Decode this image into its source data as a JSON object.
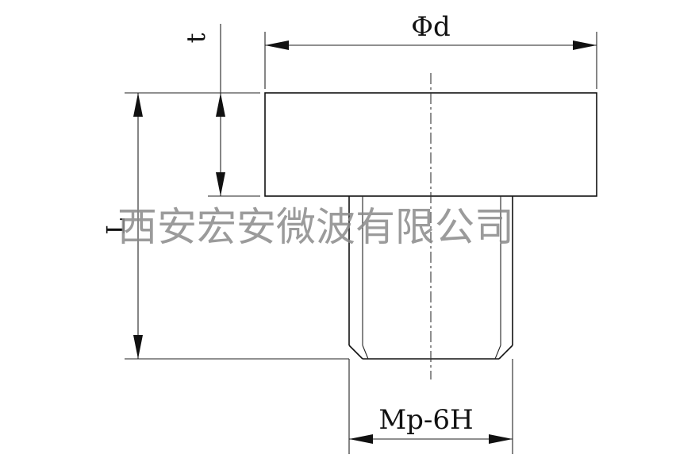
{
  "labels": {
    "diameter": "Φd",
    "thickness": "t",
    "length": "L",
    "thread": "Mp-6H"
  },
  "watermark": "西安宏安微波有限公司"
}
